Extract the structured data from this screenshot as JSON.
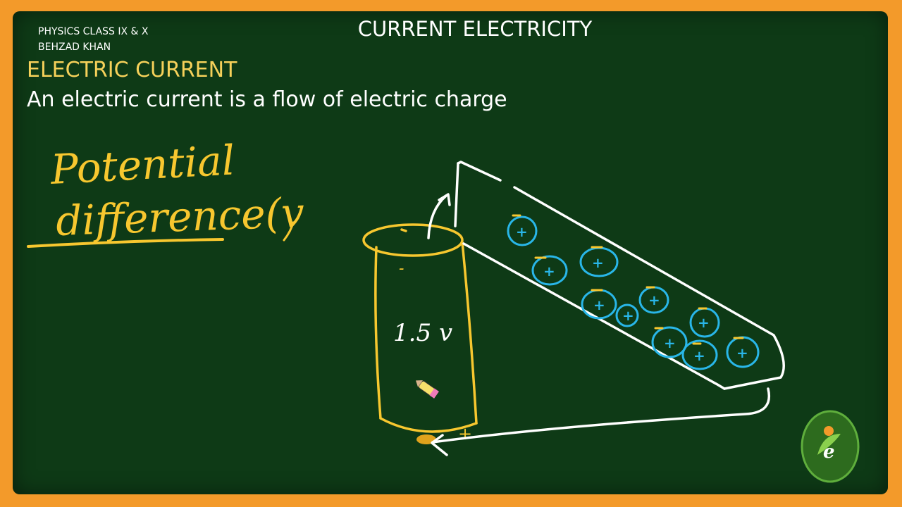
{
  "course": {
    "line1": "PHYSICS CLASS IX & X",
    "line2": "BEHZAD KHAN"
  },
  "title": "CURRENT ELECTRICITY",
  "heading": "ELECTRIC CURRENT",
  "definition": "An electric current is a flow of electric charge",
  "handwriting": {
    "line1": "Potential",
    "line2": "difference(v",
    "battery_label": "1.5 v",
    "minus": "-",
    "plus": "+",
    "charge_sign": "+"
  },
  "colors": {
    "board": "#0e3a16",
    "frame": "#f39a2a",
    "chalk_yellow": "#f7c72f",
    "chalk_white": "#ffffff",
    "chalk_blue": "#29b6e8"
  },
  "icons": {
    "pencil": "pencil-cursor-icon",
    "logo": "education-logo-icon"
  }
}
